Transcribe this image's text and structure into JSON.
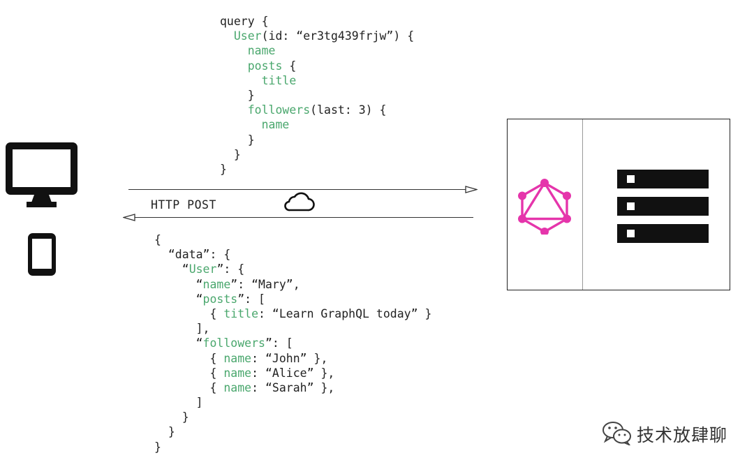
{
  "request": {
    "label": "HTTP POST"
  },
  "query_lines": [
    [
      "",
      [
        [
          "t",
          "query {"
        ]
      ]
    ],
    [
      "  ",
      [
        [
          "k",
          "User"
        ],
        [
          "t",
          "(id: “er3tg439frjw”) {"
        ]
      ]
    ],
    [
      "    ",
      [
        [
          "k",
          "name"
        ]
      ]
    ],
    [
      "    ",
      [
        [
          "k",
          "posts"
        ],
        [
          "t",
          " {"
        ]
      ]
    ],
    [
      "      ",
      [
        [
          "k",
          "title"
        ]
      ]
    ],
    [
      "    ",
      [
        [
          "t",
          "}"
        ]
      ]
    ],
    [
      "    ",
      [
        [
          "k",
          "followers"
        ],
        [
          "t",
          "(last: 3) {"
        ]
      ]
    ],
    [
      "      ",
      [
        [
          "k",
          "name"
        ]
      ]
    ],
    [
      "    ",
      [
        [
          "t",
          "}"
        ]
      ]
    ],
    [
      "  ",
      [
        [
          "t",
          "}"
        ]
      ]
    ],
    [
      "",
      [
        [
          "t",
          "}"
        ]
      ]
    ]
  ],
  "response_lines": [
    [
      "",
      [
        [
          "t",
          "{"
        ]
      ]
    ],
    [
      "  ",
      [
        [
          "t",
          "“data”: {"
        ]
      ]
    ],
    [
      "    ",
      [
        [
          "t",
          "“"
        ],
        [
          "k",
          "User"
        ],
        [
          "t",
          "”: {"
        ]
      ]
    ],
    [
      "      ",
      [
        [
          "t",
          "“"
        ],
        [
          "k",
          "name"
        ],
        [
          "t",
          "”: “Mary”,"
        ]
      ]
    ],
    [
      "      ",
      [
        [
          "t",
          "“"
        ],
        [
          "k",
          "posts"
        ],
        [
          "t",
          "”: ["
        ]
      ]
    ],
    [
      "        ",
      [
        [
          "t",
          "{ "
        ],
        [
          "k",
          "title"
        ],
        [
          "t",
          ": “Learn GraphQL today” }"
        ]
      ]
    ],
    [
      "      ",
      [
        [
          "t",
          "],"
        ]
      ]
    ],
    [
      "      ",
      [
        [
          "t",
          "“"
        ],
        [
          "k",
          "followers"
        ],
        [
          "t",
          "”: ["
        ]
      ]
    ],
    [
      "        ",
      [
        [
          "t",
          "{ "
        ],
        [
          "k",
          "name"
        ],
        [
          "t",
          ": “John” },"
        ]
      ]
    ],
    [
      "        ",
      [
        [
          "t",
          "{ "
        ],
        [
          "k",
          "name"
        ],
        [
          "t",
          ": “Alice” },"
        ]
      ]
    ],
    [
      "        ",
      [
        [
          "t",
          "{ "
        ],
        [
          "k",
          "name"
        ],
        [
          "t",
          ": “Sarah” },"
        ]
      ]
    ],
    [
      "      ",
      [
        [
          "t",
          "]"
        ]
      ]
    ],
    [
      "    ",
      [
        [
          "t",
          "}"
        ]
      ]
    ],
    [
      "  ",
      [
        [
          "t",
          "}"
        ]
      ]
    ],
    [
      "",
      [
        [
          "t",
          "}"
        ]
      ]
    ]
  ],
  "icons": {
    "client_desktop": "desktop-monitor-icon",
    "client_mobile": "smartphone-icon",
    "network": "cloud-icon",
    "graphql": "graphql-logo-icon",
    "server": "server-rack-icon",
    "watermark": "wechat-icon"
  },
  "colors": {
    "field_highlight": "#4aa76d",
    "graphql_pink": "#e535ab",
    "ink": "#111111"
  },
  "watermark": {
    "text": "技术放肆聊"
  }
}
